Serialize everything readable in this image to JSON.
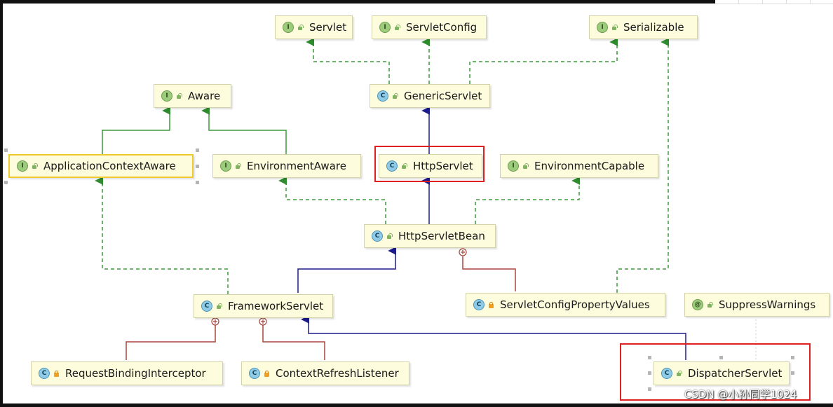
{
  "diagram": {
    "nodes": {
      "servlet": {
        "label": "Servlet",
        "kind": "interface"
      },
      "servlet_config": {
        "label": "ServletConfig",
        "kind": "interface"
      },
      "serializable": {
        "label": "Serializable",
        "kind": "interface"
      },
      "aware": {
        "label": "Aware",
        "kind": "interface"
      },
      "generic_servlet": {
        "label": "GenericServlet",
        "kind": "class"
      },
      "application_context_aware": {
        "label": "ApplicationContextAware",
        "kind": "interface"
      },
      "environment_aware": {
        "label": "EnvironmentAware",
        "kind": "interface"
      },
      "http_servlet": {
        "label": "HttpServlet",
        "kind": "class"
      },
      "environment_capable": {
        "label": "EnvironmentCapable",
        "kind": "interface"
      },
      "http_servlet_bean": {
        "label": "HttpServletBean",
        "kind": "class"
      },
      "framework_servlet": {
        "label": "FrameworkServlet",
        "kind": "class"
      },
      "servlet_config_property_values": {
        "label": "ServletConfigPropertyValues",
        "kind": "class"
      },
      "suppress_warnings": {
        "label": "SuppressWarnings",
        "kind": "annotation"
      },
      "request_binding_interceptor": {
        "label": "RequestBindingInterceptor",
        "kind": "class"
      },
      "context_refresh_listener": {
        "label": "ContextRefreshListener",
        "kind": "class"
      },
      "dispatcher_servlet": {
        "label": "DispatcherServlet",
        "kind": "class"
      }
    },
    "colors": {
      "implements": "#3a9a3a",
      "extends": "#1c1c8c",
      "inner": "#a8453a",
      "highlight": "#e02020",
      "node_fill": "#fdfcdc"
    }
  },
  "watermark": "CSDN @小孙同学1024"
}
